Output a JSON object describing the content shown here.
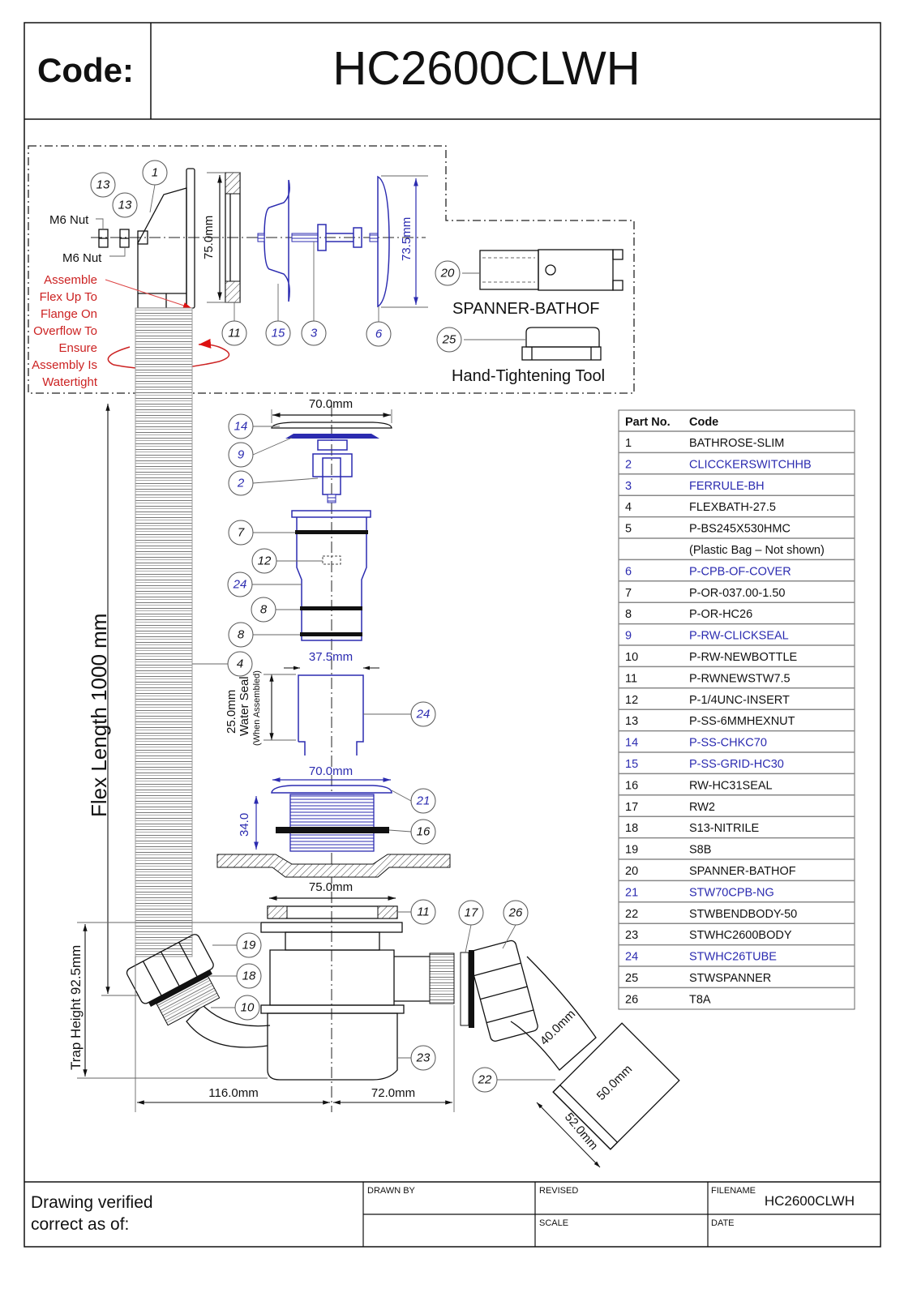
{
  "header": {
    "code_label": "Code:",
    "code": "HC2600CLWH"
  },
  "notes": {
    "m6_nut_top": "M6 Nut",
    "m6_nut_bottom": "M6 Nut",
    "assembly_note": [
      "Assemble",
      "Flex Up To",
      "Flange On",
      "Overflow To",
      "Ensure",
      "Assembly Is",
      "Watertight"
    ],
    "spanner_label": "SPANNER-BATHOF",
    "tool_label": "Hand-Tightening Tool"
  },
  "dimensions": {
    "overflow_seal": "75.0mm",
    "cover": "73.5mm",
    "cap_top": "70.0mm",
    "tube": "37.5mm",
    "water_seal": [
      "25.0mm",
      "Water Seal",
      "(When Assembled)"
    ],
    "flange": "70.0mm",
    "thread": "34.0",
    "trap_seal": "75.0mm",
    "left_offset": "116.0mm",
    "right_offset": "72.0mm",
    "outlet_a": "40.0mm",
    "outlet_b": "50.0mm",
    "outlet_c": "52.0mm",
    "flex_length": "Flex Length 1000 mm",
    "trap_height": "Trap Height 92.5mm"
  },
  "balloons": [
    {
      "label": "13",
      "color": "black"
    },
    {
      "label": "13",
      "color": "black"
    },
    {
      "label": "1",
      "color": "black"
    },
    {
      "label": "11",
      "color": "black"
    },
    {
      "label": "15",
      "color": "blue"
    },
    {
      "label": "3",
      "color": "blue"
    },
    {
      "label": "6",
      "color": "blue"
    },
    {
      "label": "20",
      "color": "black"
    },
    {
      "label": "25",
      "color": "black"
    },
    {
      "label": "14",
      "color": "blue"
    },
    {
      "label": "9",
      "color": "blue"
    },
    {
      "label": "2",
      "color": "blue"
    },
    {
      "label": "7",
      "color": "black"
    },
    {
      "label": "12",
      "color": "black"
    },
    {
      "label": "24",
      "color": "blue"
    },
    {
      "label": "8",
      "color": "black"
    },
    {
      "label": "8",
      "color": "black"
    },
    {
      "label": "4",
      "color": "black"
    },
    {
      "label": "24",
      "color": "blue"
    },
    {
      "label": "21",
      "color": "blue"
    },
    {
      "label": "16",
      "color": "black"
    },
    {
      "label": "11",
      "color": "black"
    },
    {
      "label": "17",
      "color": "black"
    },
    {
      "label": "26",
      "color": "black"
    },
    {
      "label": "19",
      "color": "black"
    },
    {
      "label": "18",
      "color": "black"
    },
    {
      "label": "10",
      "color": "black"
    },
    {
      "label": "23",
      "color": "black"
    },
    {
      "label": "22",
      "color": "black"
    }
  ],
  "parts_table": {
    "headers": [
      "Part No.",
      "Code"
    ],
    "rows": [
      {
        "no": "1",
        "code": "BATHROSE-SLIM",
        "blue": false
      },
      {
        "no": "2",
        "code": "CLICCKERSWITCHHB",
        "blue": true
      },
      {
        "no": "3",
        "code": "FERRULE-BH",
        "blue": true
      },
      {
        "no": "4",
        "code": "FLEXBATH-27.5",
        "blue": false
      },
      {
        "no": "5",
        "code": "P-BS245X530HMC",
        "blue": false
      },
      {
        "no": "",
        "code": "(Plastic Bag – Not shown)",
        "blue": false
      },
      {
        "no": "6",
        "code": "P-CPB-OF-COVER",
        "blue": true
      },
      {
        "no": "7",
        "code": "P-OR-037.00-1.50",
        "blue": false
      },
      {
        "no": "8",
        "code": "P-OR-HC26",
        "blue": false
      },
      {
        "no": "9",
        "code": "P-RW-CLICKSEAL",
        "blue": true
      },
      {
        "no": "10",
        "code": "P-RW-NEWBOTTLE",
        "blue": false
      },
      {
        "no": "11",
        "code": "P-RWNEWSTW7.5",
        "blue": false
      },
      {
        "no": "12",
        "code": "P-1/4UNC-INSERT",
        "blue": false
      },
      {
        "no": "13",
        "code": "P-SS-6MMHEXNUT",
        "blue": false
      },
      {
        "no": "14",
        "code": "P-SS-CHKC70",
        "blue": true
      },
      {
        "no": "15",
        "code": "P-SS-GRID-HC30",
        "blue": true
      },
      {
        "no": "16",
        "code": "RW-HC31SEAL",
        "blue": false
      },
      {
        "no": "17",
        "code": "RW2",
        "blue": false
      },
      {
        "no": "18",
        "code": "S13-NITRILE",
        "blue": false
      },
      {
        "no": "19",
        "code": "S8B",
        "blue": false
      },
      {
        "no": "20",
        "code": "SPANNER-BATHOF",
        "blue": false
      },
      {
        "no": "21",
        "code": "STW70CPB-NG",
        "blue": true
      },
      {
        "no": "22",
        "code": "STWBENDBODY-50",
        "blue": false
      },
      {
        "no": "23",
        "code": "STWHC2600BODY",
        "blue": false
      },
      {
        "no": "24",
        "code": "STWHC26TUBE",
        "blue": true
      },
      {
        "no": "25",
        "code": "STWSPANNER",
        "blue": false
      },
      {
        "no": "26",
        "code": "T8A",
        "blue": false
      }
    ]
  },
  "footer": {
    "verified": [
      "Drawing verified",
      "correct as of:"
    ],
    "drawn_by_label": "DRAWN BY",
    "revised_label": "REVISED",
    "filename_label": "FILENAME",
    "filename": "HC2600CLWH",
    "scale_label": "SCALE",
    "date_label": "DATE"
  },
  "colors": {
    "line": "#111111",
    "blue_part": "#2b2bb0",
    "note_red": "#cc2222"
  }
}
